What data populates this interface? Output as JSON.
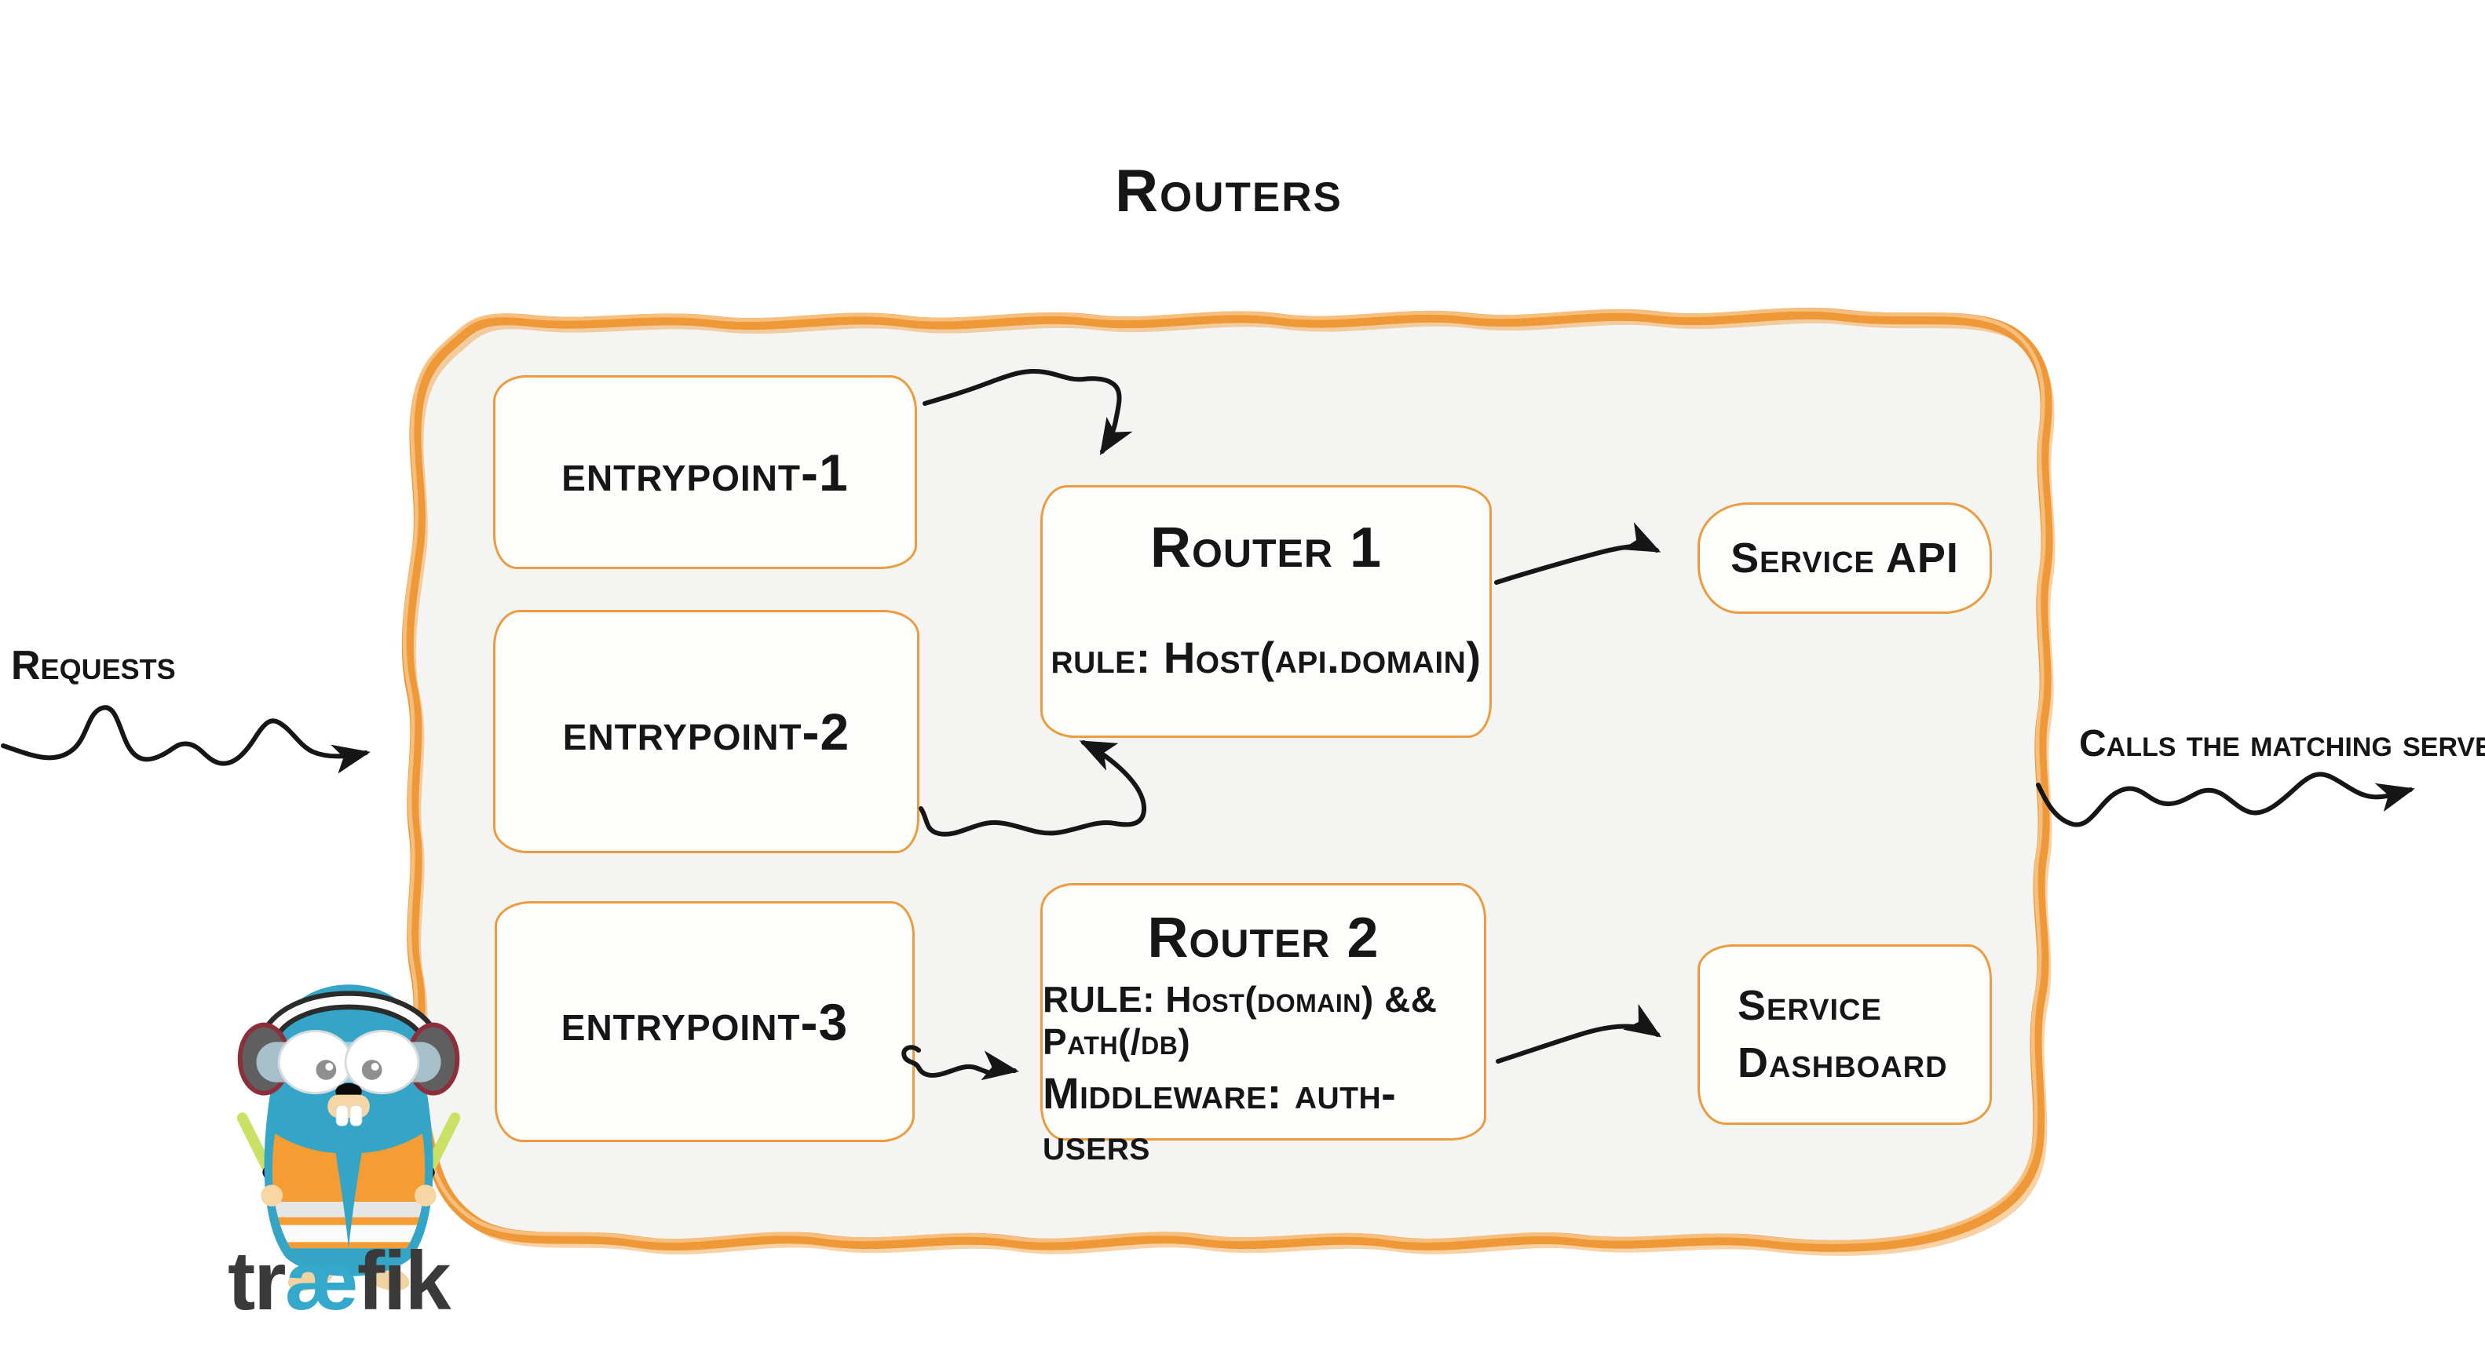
{
  "title": "Routers",
  "labels": {
    "incoming": "Requests",
    "outgoing": "Calls the matching server"
  },
  "entrypoints": [
    {
      "label": "entrypoint-1"
    },
    {
      "label": "entrypoint-2"
    },
    {
      "label": "entrypoint-3"
    }
  ],
  "routers": [
    {
      "name": "Router 1",
      "rule": "rule: Host(api.domain)"
    },
    {
      "name": "Router 2",
      "rule": "RULE: Host(domain) && Path(/db)",
      "middleware": "Middleware: auth-users"
    }
  ],
  "services": [
    {
      "line1": "Service API"
    },
    {
      "line1": "Service",
      "line2": "Dashboard"
    }
  ],
  "logo": {
    "part1": "tr",
    "part2": "æ",
    "part3": "fik"
  },
  "colors": {
    "brush_orange": "#EF9838",
    "box_border": "#EC9C3E",
    "panel_background": "#F4F4F3",
    "arrow_black": "#161616",
    "gopher_teal": "#35A5C7",
    "vest_orange": "#F59D32",
    "stick_green": "#C9E265",
    "logo_teal": "#35A9CB",
    "logo_dark": "#3A3A3A"
  }
}
